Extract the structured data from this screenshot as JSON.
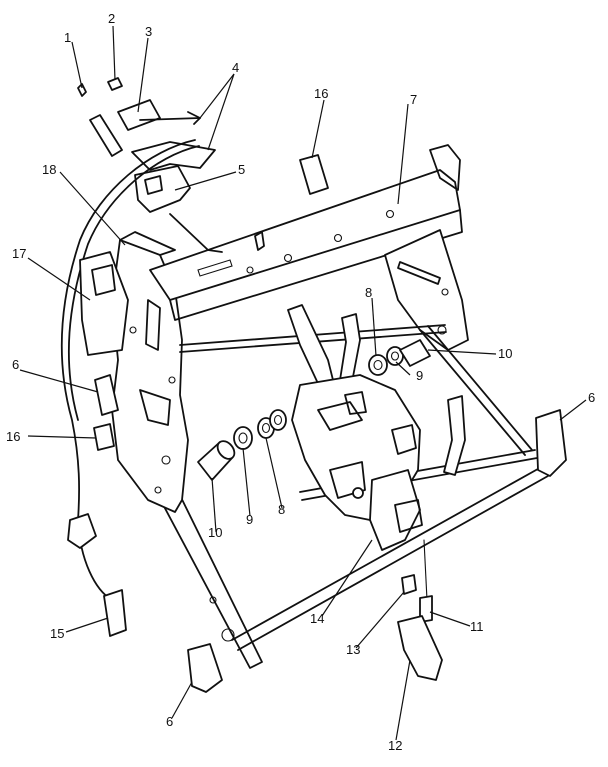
{
  "callouts": {
    "c1": "1",
    "c2": "2",
    "c3": "3",
    "c4": "4",
    "c5": "5",
    "c6a": "6",
    "c6b": "6",
    "c6c": "6",
    "c7": "7",
    "c8a": "8",
    "c8b": "8",
    "c9a": "9",
    "c9b": "9",
    "c10a": "10",
    "c10b": "10",
    "c11": "11",
    "c12": "12",
    "c13": "13",
    "c14": "14",
    "c15": "15",
    "c16a": "16",
    "c16b": "16",
    "c17": "17",
    "c18": "18"
  }
}
